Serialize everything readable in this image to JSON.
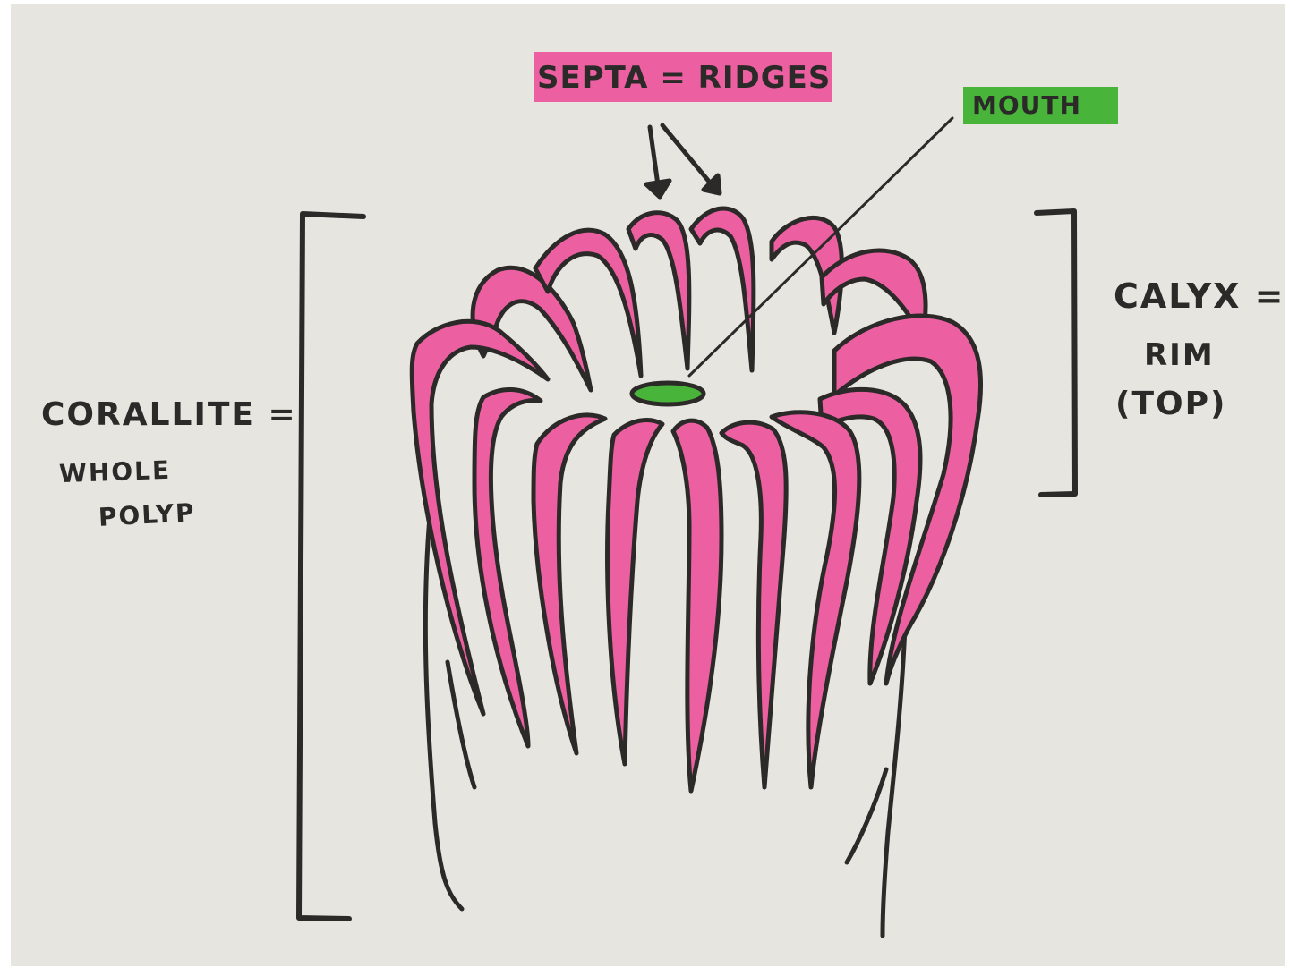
{
  "labels": {
    "septa": "SEPTA = RIDGES",
    "mouth": "MOUTH",
    "corallite": "CORALLITE =",
    "whole": "WHOLE",
    "polyp": "POLYP",
    "calyx": "CALYX =",
    "rim": "RIM",
    "top": "(TOP)"
  },
  "colors": {
    "paper": "#e6e5e0",
    "ink": "#2b2a28",
    "septa_pink": "#ec5fa0",
    "mouth_green": "#48b53a"
  }
}
